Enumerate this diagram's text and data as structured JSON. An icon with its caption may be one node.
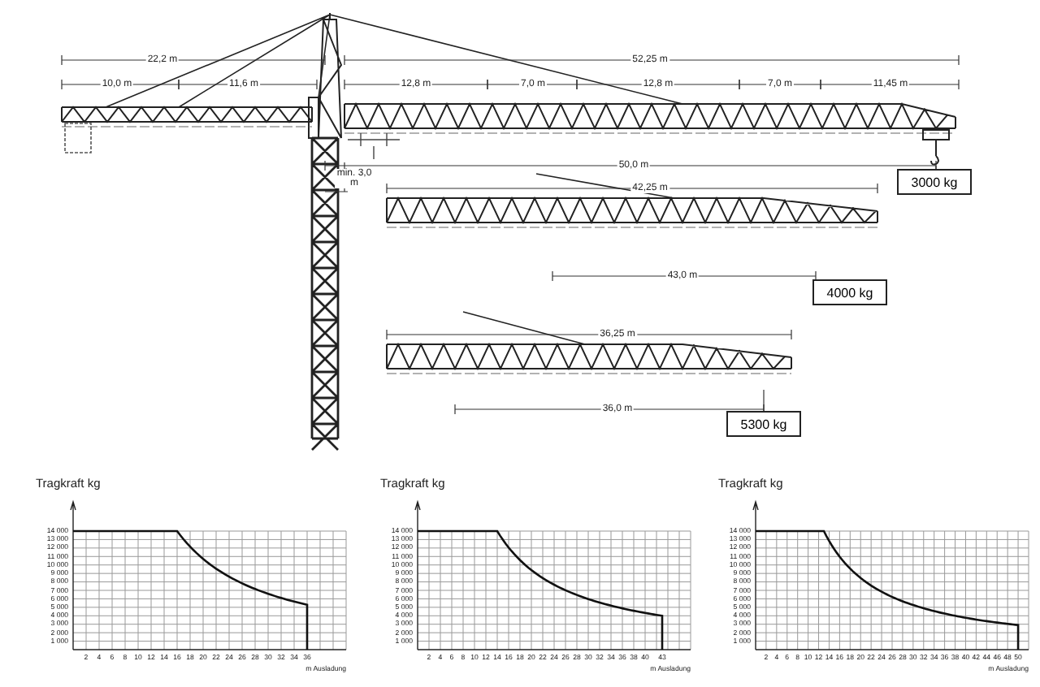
{
  "diagram": {
    "nodes": [
      {
        "text": [
          "3000 kg"
        ]
      },
      {
        "text": [
          "4000 kg"
        ]
      },
      {
        "text": [
          "5300 kg"
        ]
      }
    ],
    "labels": [
      "22,2 m",
      "52,25 m",
      "10,0 m",
      "11,6 m",
      "12,8 m",
      "7,0 m",
      "12,8 m",
      "7,0 m",
      "11,45 m",
      "50,0 m",
      "min. 3,0 m",
      "42,25 m",
      "43,0 m",
      "36,25 m",
      "36,0 m",
      "Tragkraft kg",
      "14 000",
      "13 000",
      "12 000",
      "11 000",
      "10 000",
      "9 000",
      "8 000",
      "7 000",
      "6 000",
      "5 000",
      "4 000",
      "3 000",
      "2 000",
      "1 000",
      "2",
      "4",
      "6",
      "8",
      "10",
      "12",
      "14",
      "16",
      "18",
      "20",
      "22",
      "24",
      "26",
      "28",
      "30",
      "32",
      "34",
      "36",
      "m Ausladung",
      "Tragkraft kg",
      "14 000",
      "13 000",
      "12 000",
      "11 000",
      "10 000",
      "9 000",
      "8 000",
      "7 000",
      "6 000",
      "5 000",
      "4 000",
      "3 000",
      "2 000",
      "1 000",
      "2",
      "4",
      "6",
      "8",
      "10",
      "12",
      "14",
      "16",
      "18",
      "20",
      "22",
      "24",
      "26",
      "28",
      "30",
      "32",
      "34",
      "36",
      "38",
      "40",
      "43",
      "m Ausladung",
      "Tragkraft kg",
      "14 000",
      "13 000",
      "12 000",
      "11 000",
      "10 000",
      "9 000",
      "8 000",
      "7 000",
      "6 000",
      "5 000",
      "4 000",
      "3 000",
      "2 000",
      "1 000",
      "2",
      "4",
      "6",
      "8",
      "10",
      "12",
      "14",
      "16",
      "18",
      "20",
      "22",
      "24",
      "26",
      "28",
      "30",
      "32",
      "34",
      "36",
      "38",
      "40",
      "42",
      "44",
      "46",
      "48",
      "50",
      "m Ausladung"
    ]
  }
}
